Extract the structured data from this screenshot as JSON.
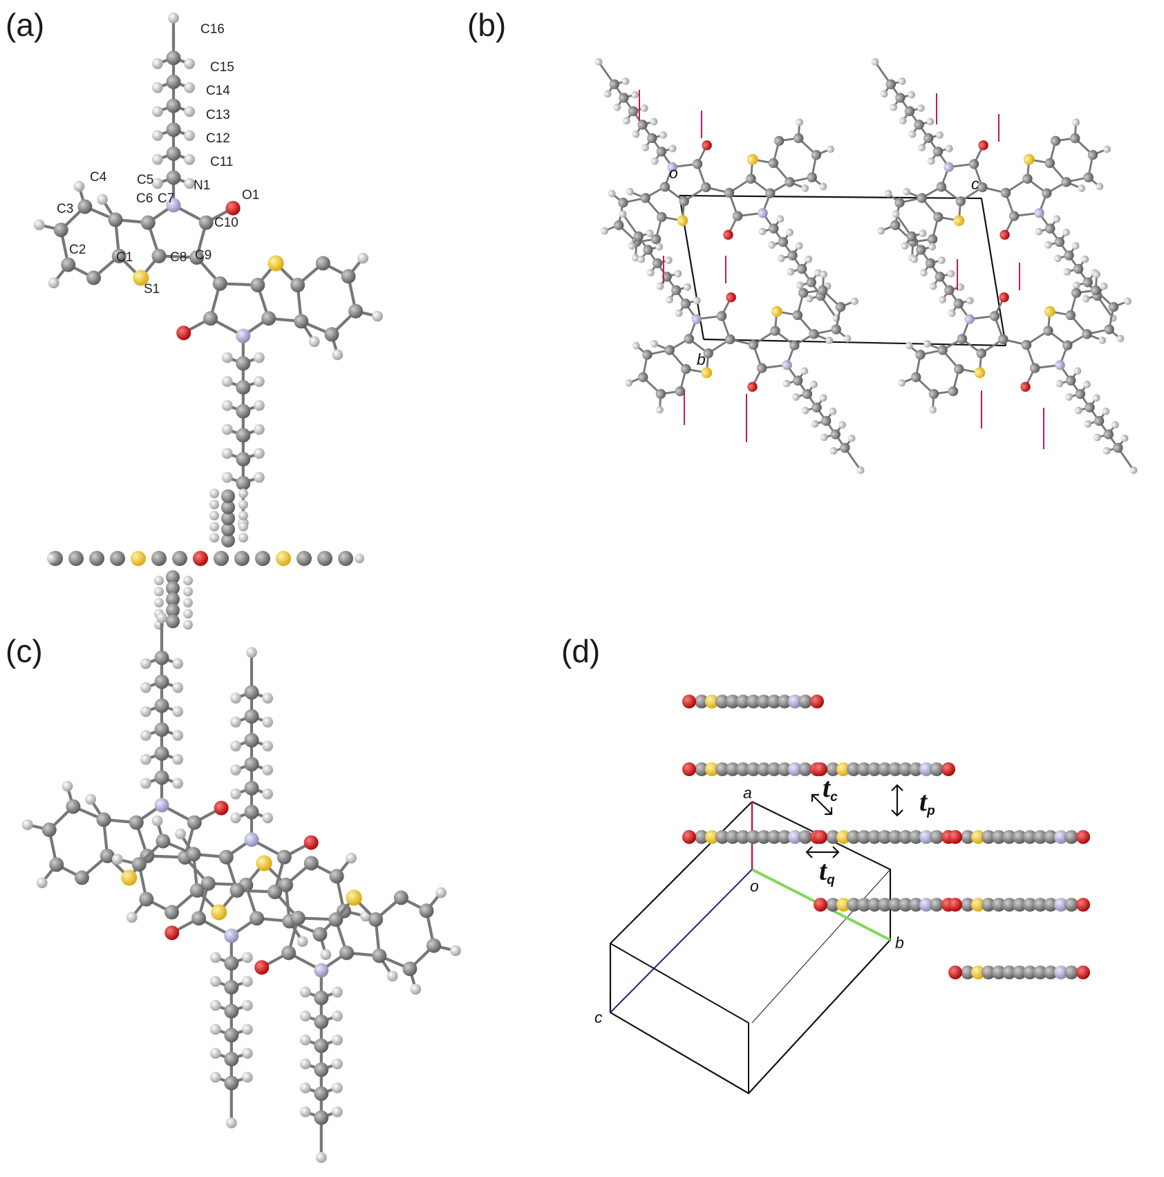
{
  "panels": {
    "a": {
      "label": "(a)",
      "atoms": [
        "C16",
        "C15",
        "C14",
        "C13",
        "C12",
        "C11",
        "N1",
        "O1",
        "C4",
        "C5",
        "C6",
        "C7",
        "C3",
        "C10",
        "C2",
        "C1",
        "C8",
        "C9",
        "S1"
      ]
    },
    "b": {
      "label": "(b)",
      "axes": [
        "o",
        "c",
        "b"
      ]
    },
    "c": {
      "label": "(c)"
    },
    "d": {
      "label": "(d)",
      "axes": [
        "a",
        "o",
        "b",
        "c"
      ],
      "transfer": [
        {
          "t": "t",
          "sub": "c"
        },
        {
          "t": "t",
          "sub": "p"
        },
        {
          "t": "t",
          "sub": "q"
        }
      ]
    }
  },
  "colors": {
    "carbon": "#8a8a8a",
    "hydrogen": "#e4e4e4",
    "sulfur": "#f2cf3a",
    "oxygen": "#d81e1e",
    "nitrogen": "#b3b3d8",
    "bond": "#777777",
    "axis_a": "#c2185b",
    "axis_b": "#7ed957",
    "axis_c": "#1a237e"
  }
}
